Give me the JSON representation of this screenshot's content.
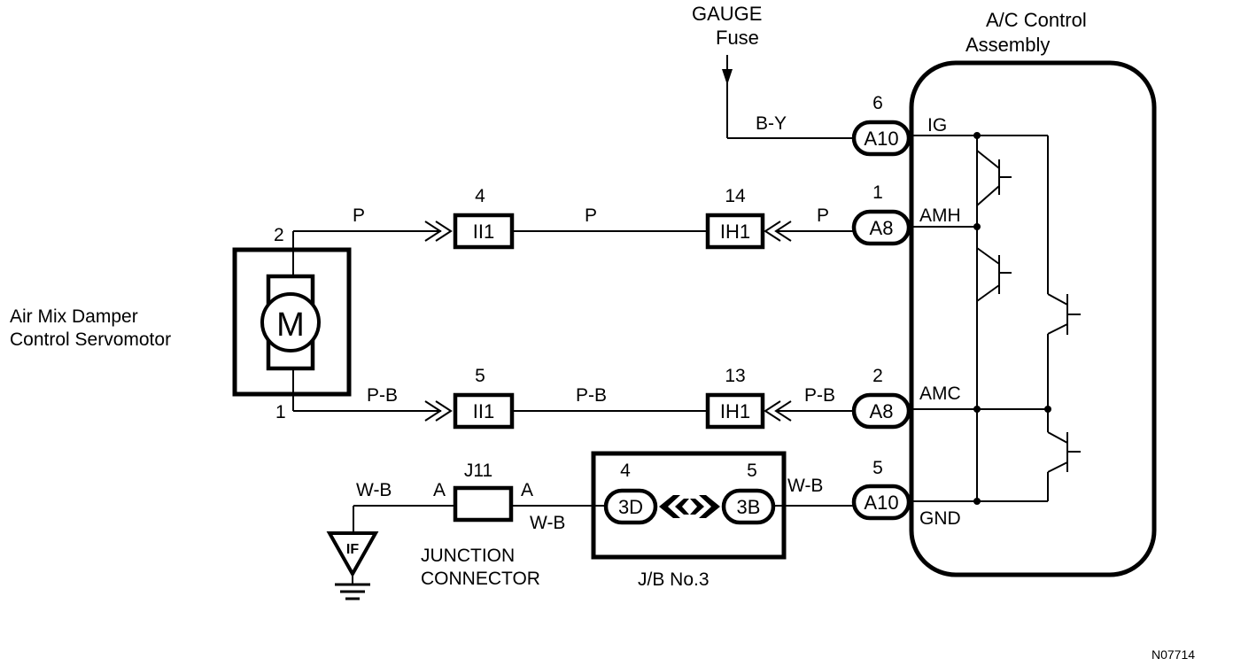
{
  "labels": {
    "gauge_fuse": [
      "GAUGE",
      "Fuse"
    ],
    "ac_assembly": [
      "A/C Control",
      "Assembly"
    ],
    "servomotor": [
      "Air Mix Damper",
      "Control Servomotor"
    ],
    "motor_symbol": "M",
    "junction_connector": [
      "JUNCTION",
      "CONNECTOR"
    ],
    "jb": "J/B No.3",
    "ground_symbol": "IF",
    "figure_id": "N07714"
  },
  "terminals": {
    "ig": "IG",
    "amh": "AMH",
    "amc": "AMC",
    "gnd": "GND"
  },
  "wires": {
    "by": "B-Y",
    "p1": "P",
    "p2": "P",
    "p3": "P",
    "pb1": "P-B",
    "pb2": "P-B",
    "pb3": "P-B",
    "wb1": "W-B",
    "wb2": "W-B",
    "wb3": "W-B"
  },
  "connectors": {
    "a10_top": {
      "id": "A10",
      "pin": "6"
    },
    "a8_top": {
      "id": "A8",
      "pin": "1"
    },
    "a8_bot": {
      "id": "A8",
      "pin": "2"
    },
    "a10_bot": {
      "id": "A10",
      "pin": "5"
    },
    "ih1_top": {
      "id": "IH1",
      "pin": "14"
    },
    "ih1_bot": {
      "id": "IH1",
      "pin": "13"
    },
    "ii1_top": {
      "id": "II1",
      "pin": "4"
    },
    "ii1_bot": {
      "id": "II1",
      "pin": "5"
    },
    "jb_3d": {
      "id": "3D",
      "pin": "4"
    },
    "jb_3b": {
      "id": "3B",
      "pin": "5"
    },
    "j11": {
      "id": "J11",
      "left": "A",
      "right": "A"
    },
    "motor_pin_top": "2",
    "motor_pin_bot": "1"
  }
}
